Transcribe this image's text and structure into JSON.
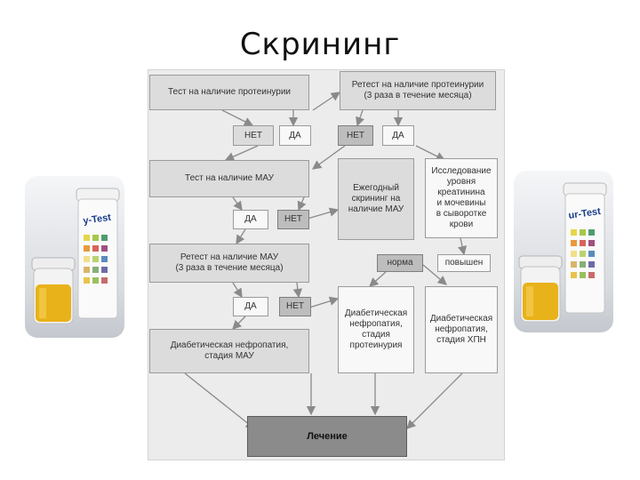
{
  "slide": {
    "title": "Скрининг"
  },
  "boxes": {
    "test_proteinuria": "Тест на наличие протеинурии",
    "retest_proteinuria": "Ретест на наличие протеинурии\n(3 раза в течение месяца)",
    "no_1": "НЕТ",
    "yes_1": "ДА",
    "no_2": "НЕТ",
    "yes_2": "ДА",
    "test_mau": "Тест на наличие МАУ",
    "annual_screening": "Ежегодный\nскрининг на\nналичие МАУ",
    "creatinine_study": "Исследование\nуровня\nкреатинина\nи мочевины\nв сыворотке\nкрови",
    "yes_3": "ДА",
    "no_3": "НЕТ",
    "retest_mau": "Ретест на наличие МАУ\n(3 раза в течение месяца)",
    "norm": "норма",
    "elevated": "повышен",
    "yes_4": "ДА",
    "no_4": "НЕТ",
    "nephropathy_mau": "Диабетическая нефропатия,\nстадия МАУ",
    "nephropathy_proteinuria": "Диабетическая\nнефропатия,\nстадия\nпротеинурия",
    "nephropathy_ckd": "Диабетическая\nнефропатия,\nстадия ХПН",
    "treatment": "Лечение"
  },
  "photos": {
    "left": {
      "strip_label": "y-Test"
    },
    "right": {
      "strip_label": "ur-Test"
    }
  },
  "colors": {
    "box": "#dcdcdc",
    "box_dark": "#bdbdbd",
    "treatment": "#8b8b8b",
    "arrow": "#8a8a8a",
    "urine": "#e8b21a"
  }
}
